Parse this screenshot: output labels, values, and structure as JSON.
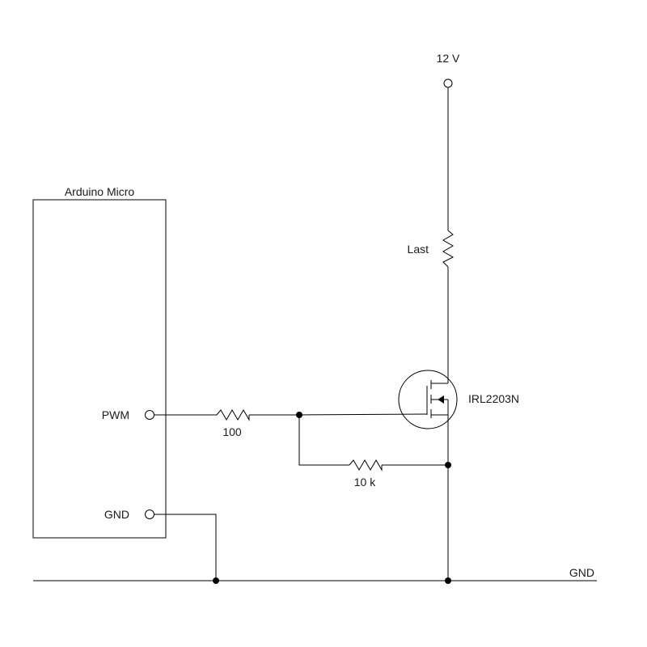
{
  "supply": {
    "label": "12 V"
  },
  "microcontroller": {
    "title": "Arduino Micro",
    "pins": {
      "pwm": "PWM",
      "gnd": "GND"
    }
  },
  "components": {
    "gate_resistor": {
      "value": "100"
    },
    "pulldown_resistor": {
      "value": "10 k"
    },
    "load": {
      "label": "Last"
    },
    "mosfet": {
      "part": "IRL2203N"
    }
  },
  "ground_rail": {
    "label": "GND"
  },
  "colors": {
    "wire": "#000000",
    "text": "#1a1a1a",
    "background": "#ffffff"
  }
}
